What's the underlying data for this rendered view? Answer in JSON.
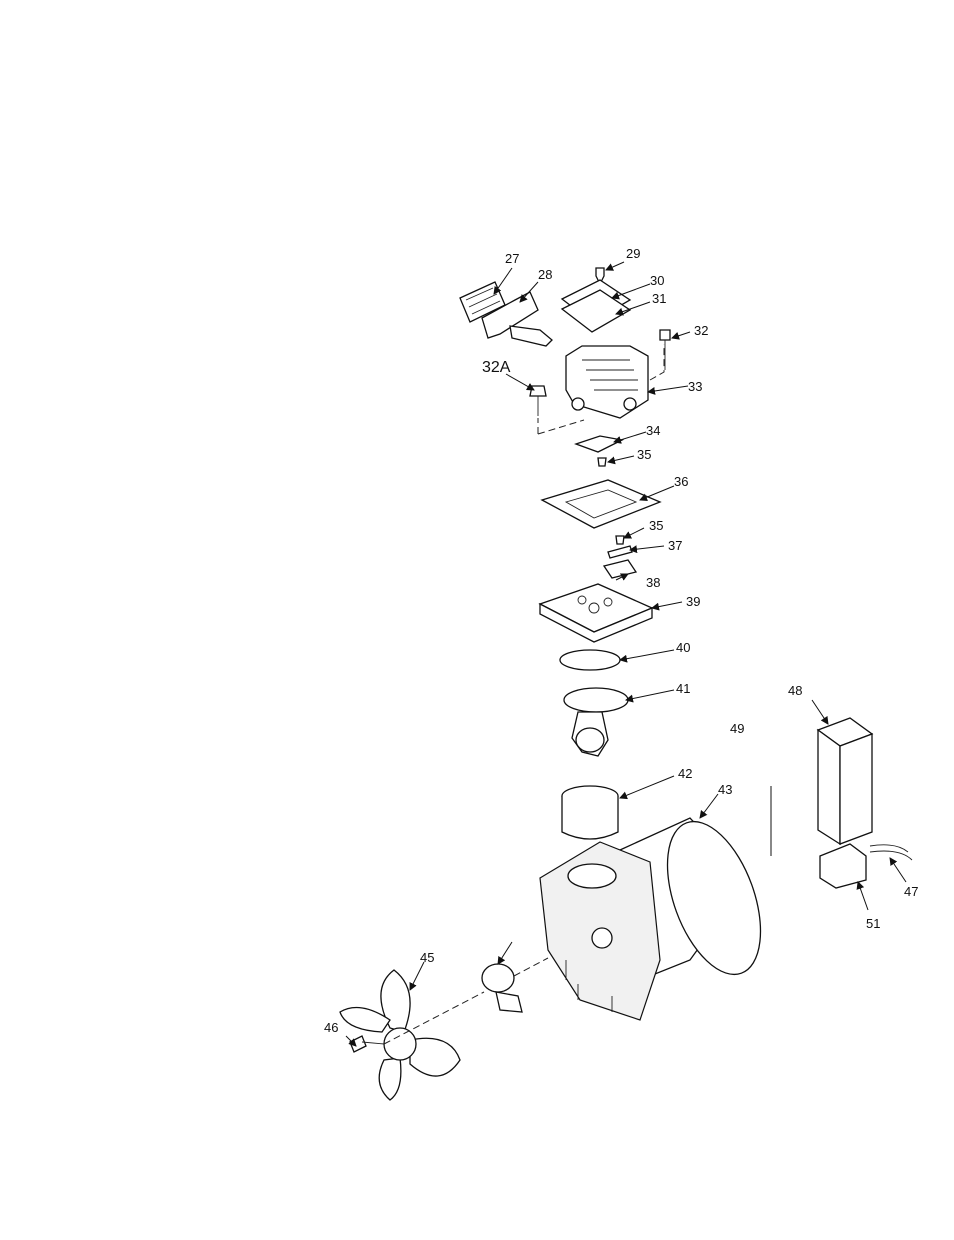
{
  "diagram": {
    "labels": {
      "p27": "27",
      "p28": "28",
      "p29": "29",
      "p30": "30",
      "p31": "31",
      "p32": "32",
      "p32a": "32A",
      "p33": "33",
      "p34": "34",
      "p35a": "35",
      "p36": "36",
      "p35b": "35",
      "p37": "37",
      "p38": "38",
      "p39": "39",
      "p40": "40",
      "p41": "41",
      "p42": "42",
      "p43": "43",
      "p45": "45",
      "p46": "46",
      "p47": "47",
      "p48": "48",
      "p49": "49",
      "p51": "51"
    }
  }
}
